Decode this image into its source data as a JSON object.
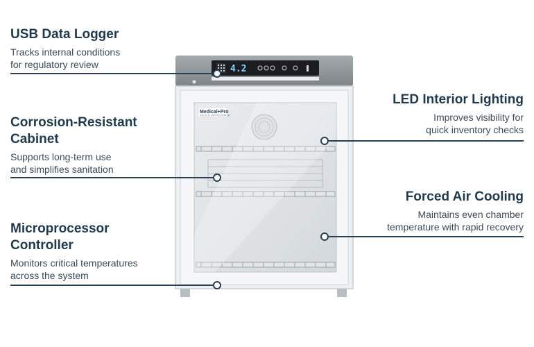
{
  "callouts": {
    "usb": {
      "title": "USB Data Logger",
      "desc": [
        "Tracks internal conditions",
        "for regulatory review"
      ]
    },
    "corrosion": {
      "title": [
        "Corrosion-Resistant",
        "Cabinet"
      ],
      "desc": [
        "Supports long-term use",
        "and simplifies sanitation"
      ]
    },
    "micro": {
      "title": [
        "Microprocessor",
        "Controller"
      ],
      "desc": [
        "Monitors critical temperatures",
        "across the system"
      ]
    },
    "led": {
      "title": "LED Interior Lighting",
      "desc": [
        "Improves visibility for",
        "quick inventory checks"
      ]
    },
    "air": {
      "title": "Forced Air Cooling",
      "desc": [
        "Maintains even chamber",
        "temperature with rapid recovery"
      ]
    }
  },
  "fridge": {
    "display_value": "4.2",
    "brand": "Medical+Pro",
    "brand_sub": "MEDICAL REFRIGERATOR"
  },
  "colors": {
    "text_dark": "#1f3a4d",
    "leader": "#2a3f52",
    "panel": "#8c9296",
    "display_bg": "#1b1d20"
  }
}
